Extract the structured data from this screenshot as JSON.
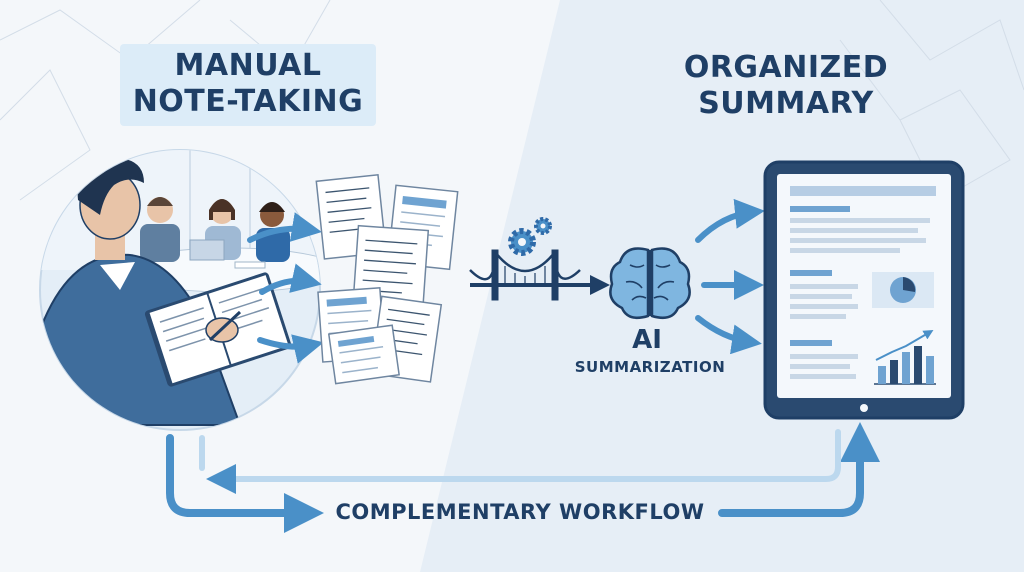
{
  "titles": {
    "left": "MANUAL NOTE-TAKING",
    "right": "ORGANIZED SUMMARY"
  },
  "labels": {
    "ai": "AI",
    "summarization": "SUMMARIZATION",
    "workflow": "COMPLEMENTARY WORKFLOW"
  },
  "colors": {
    "navy": "#1f3f66",
    "accent_blue": "#4a90c8",
    "light_blue": "#dcecf8",
    "background": "#f3f7fb"
  },
  "icons": [
    "gears-icon",
    "bridge-icon",
    "brain-icon",
    "tablet-icon",
    "pie-chart-icon",
    "bar-chart-icon"
  ]
}
